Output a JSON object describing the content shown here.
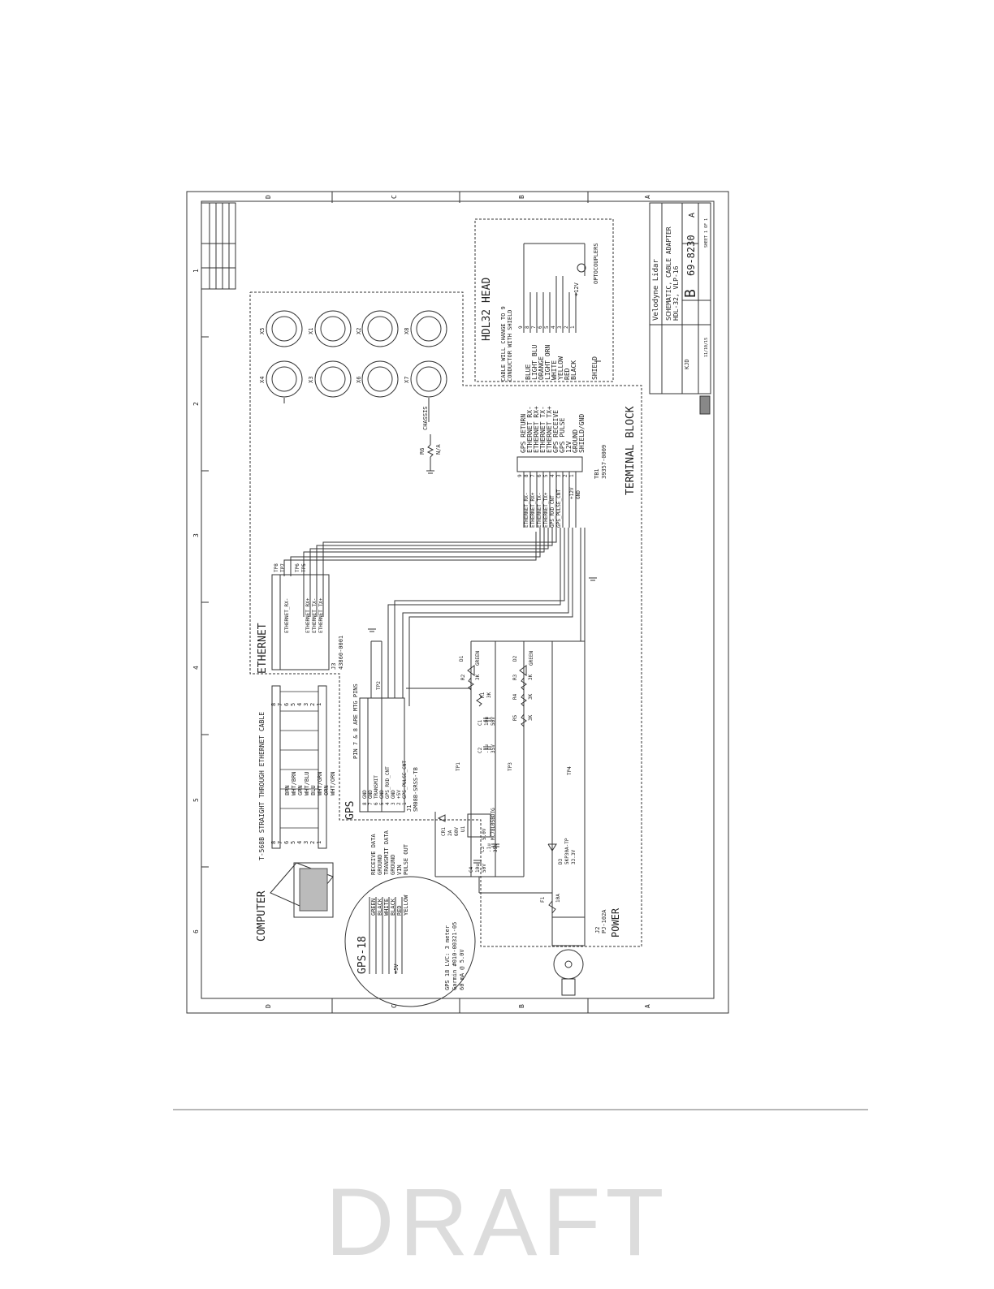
{
  "watermark": "DRAFT",
  "border": {
    "zones_letters": [
      "D",
      "C",
      "B",
      "A"
    ],
    "zones_numbers": [
      "1",
      "2",
      "3",
      "4",
      "5",
      "6"
    ]
  },
  "computer": {
    "title": "COMPUTER",
    "cable_label": "T-568B STRAIGHT THROUGH ETHERNET CABLE",
    "wires": [
      "BRN",
      "WHT/BRN",
      "GRN",
      "WHT/BLU",
      "BLU",
      "WHT/GRN",
      "ORN",
      "WHT/ORN"
    ],
    "pins": [
      "8",
      "7",
      "6",
      "5",
      "4",
      "3",
      "2",
      "1"
    ]
  },
  "ethernet": {
    "title": "ETHERNET",
    "connector": "J3",
    "part": "43860-0001",
    "tps": [
      "TP8",
      "TP7",
      "TP6",
      "TP5"
    ],
    "signals": [
      "ETHERNET_RX-",
      "ETHERNET_RX+",
      "ETHERNET_TX-",
      "ETHERNET_TX+"
    ],
    "pins": [
      "8",
      "7",
      "6",
      "5",
      "4",
      "3",
      "2",
      "1"
    ]
  },
  "gps_module": {
    "title": "GPS-18",
    "wires": [
      "GREEN",
      "BLACK",
      "WHITE",
      "BLACK",
      "RED",
      "YELLOW"
    ],
    "functions": [
      "RECEIVE DATA",
      "GROUND",
      "TRANSMIT DATA",
      "GROUND",
      "VIN",
      "PULSE OUT"
    ],
    "supply": "+5V",
    "note_lines": [
      "GPS 18 LVC: 3 meter",
      "Garmin #010-00321-05",
      "60 mA @ 5.0V"
    ]
  },
  "gps": {
    "title": "GPS",
    "connector": "J1",
    "part": "SM08B-SRSS-TB",
    "note": "PIN 7 & 8 ARE MTG PINS",
    "pins": [
      {
        "num": "8",
        "name": "GND"
      },
      {
        "num": "7",
        "name": "GND"
      },
      {
        "num": "6",
        "name": "TRANSMIT"
      },
      {
        "num": "5",
        "name": "GND"
      },
      {
        "num": "4",
        "name": "GPS_RXD_CNT"
      },
      {
        "num": "3",
        "name": "GND"
      },
      {
        "num": "2",
        "name": "+5V"
      },
      {
        "num": "1",
        "name": "GPS_PULSE_CNT"
      }
    ],
    "tp": "TP2"
  },
  "components": {
    "d1": [
      "D1",
      "GREEN"
    ],
    "d2": [
      "D2",
      "GREEN"
    ],
    "r2": [
      "R2",
      "3K"
    ],
    "r3": [
      "R3",
      "3K"
    ],
    "r1": [
      "R1",
      "3K"
    ],
    "r4": [
      "R4",
      "3K"
    ],
    "r5": [
      "R5",
      "3K"
    ],
    "c1": [
      "C1",
      "10u",
      "50V"
    ],
    "c2": [
      "C2",
      ".1u",
      "35V"
    ],
    "c3": [
      "C3",
      ".1u",
      "35V"
    ],
    "c4": [
      "C4",
      "10u",
      "50V"
    ],
    "cr1": [
      "CR1",
      "2A",
      "60V"
    ],
    "u1": [
      "U1",
      "5.0V",
      "MC78L05BDTG"
    ],
    "d3": [
      "D3",
      "5KP30A-TP",
      "33.3V"
    ],
    "f1": [
      "F1",
      "10A"
    ],
    "r6": [
      "R6",
      "N/A"
    ],
    "chassis": "CHASSIS",
    "tp1": "TP1",
    "tp3": "TP3",
    "tp4": "TP4"
  },
  "power": {
    "title": "POWER",
    "connector": "J2",
    "part": "PJ-102A"
  },
  "terminal_block": {
    "title": "TERMINAL BLOCK",
    "connector": "TB1",
    "part": "39357-0009",
    "left_signals": [
      "ETHERNET_RX-",
      "ETHERNET_RX+",
      "ETHERNET_TX-",
      "ETHERNET_TX+",
      "GPS_RXD_CNT",
      "GPS_PULSE_CNT",
      "+12V",
      "GND"
    ],
    "pins": [
      "9",
      "8",
      "7",
      "6",
      "5",
      "4",
      "3",
      "2",
      "1"
    ],
    "right_labels": [
      "GPS RETURN",
      "ETHERNET RX-",
      "ETHERNET RX+",
      "ETHERNET TX-",
      "ETHERNET TX+",
      "GPS RECEIVE",
      "GPS PULSE",
      "12V",
      "GROUND",
      "SHIELD/GND"
    ]
  },
  "head": {
    "title": "HDL32 HEAD",
    "note_lines": [
      "CABLE WILL CHANGE TO 9",
      "CONDUCTOR WITH SHIELD"
    ],
    "wires": [
      "BLUE",
      "LIGHT BLU",
      "ORANGE",
      "LIGHT ORN",
      "WHITE",
      "YELLOW",
      "RED",
      "BLACK",
      "SHIELD"
    ],
    "pins": [
      "9",
      "8",
      "7",
      "6",
      "5",
      "4",
      "3",
      "2",
      "1"
    ],
    "supply": "+12V",
    "optocouplers": "OPTOCOUPLERS"
  },
  "mounting": [
    "X5",
    "X1",
    "X2",
    "X8",
    "X4",
    "X3",
    "X6",
    "X7"
  ],
  "title_block": {
    "company": "Velodyne Lidar",
    "title": "SCHEMATIC, CABLE ADAPTER",
    "subtitle": "HDL-32, VLP-16",
    "size": "B",
    "doc_number": "69-8230",
    "rev": "A",
    "drawn_by": "KJD",
    "date": "11/10/15",
    "sheet": "SHEET 1 OF 1"
  }
}
